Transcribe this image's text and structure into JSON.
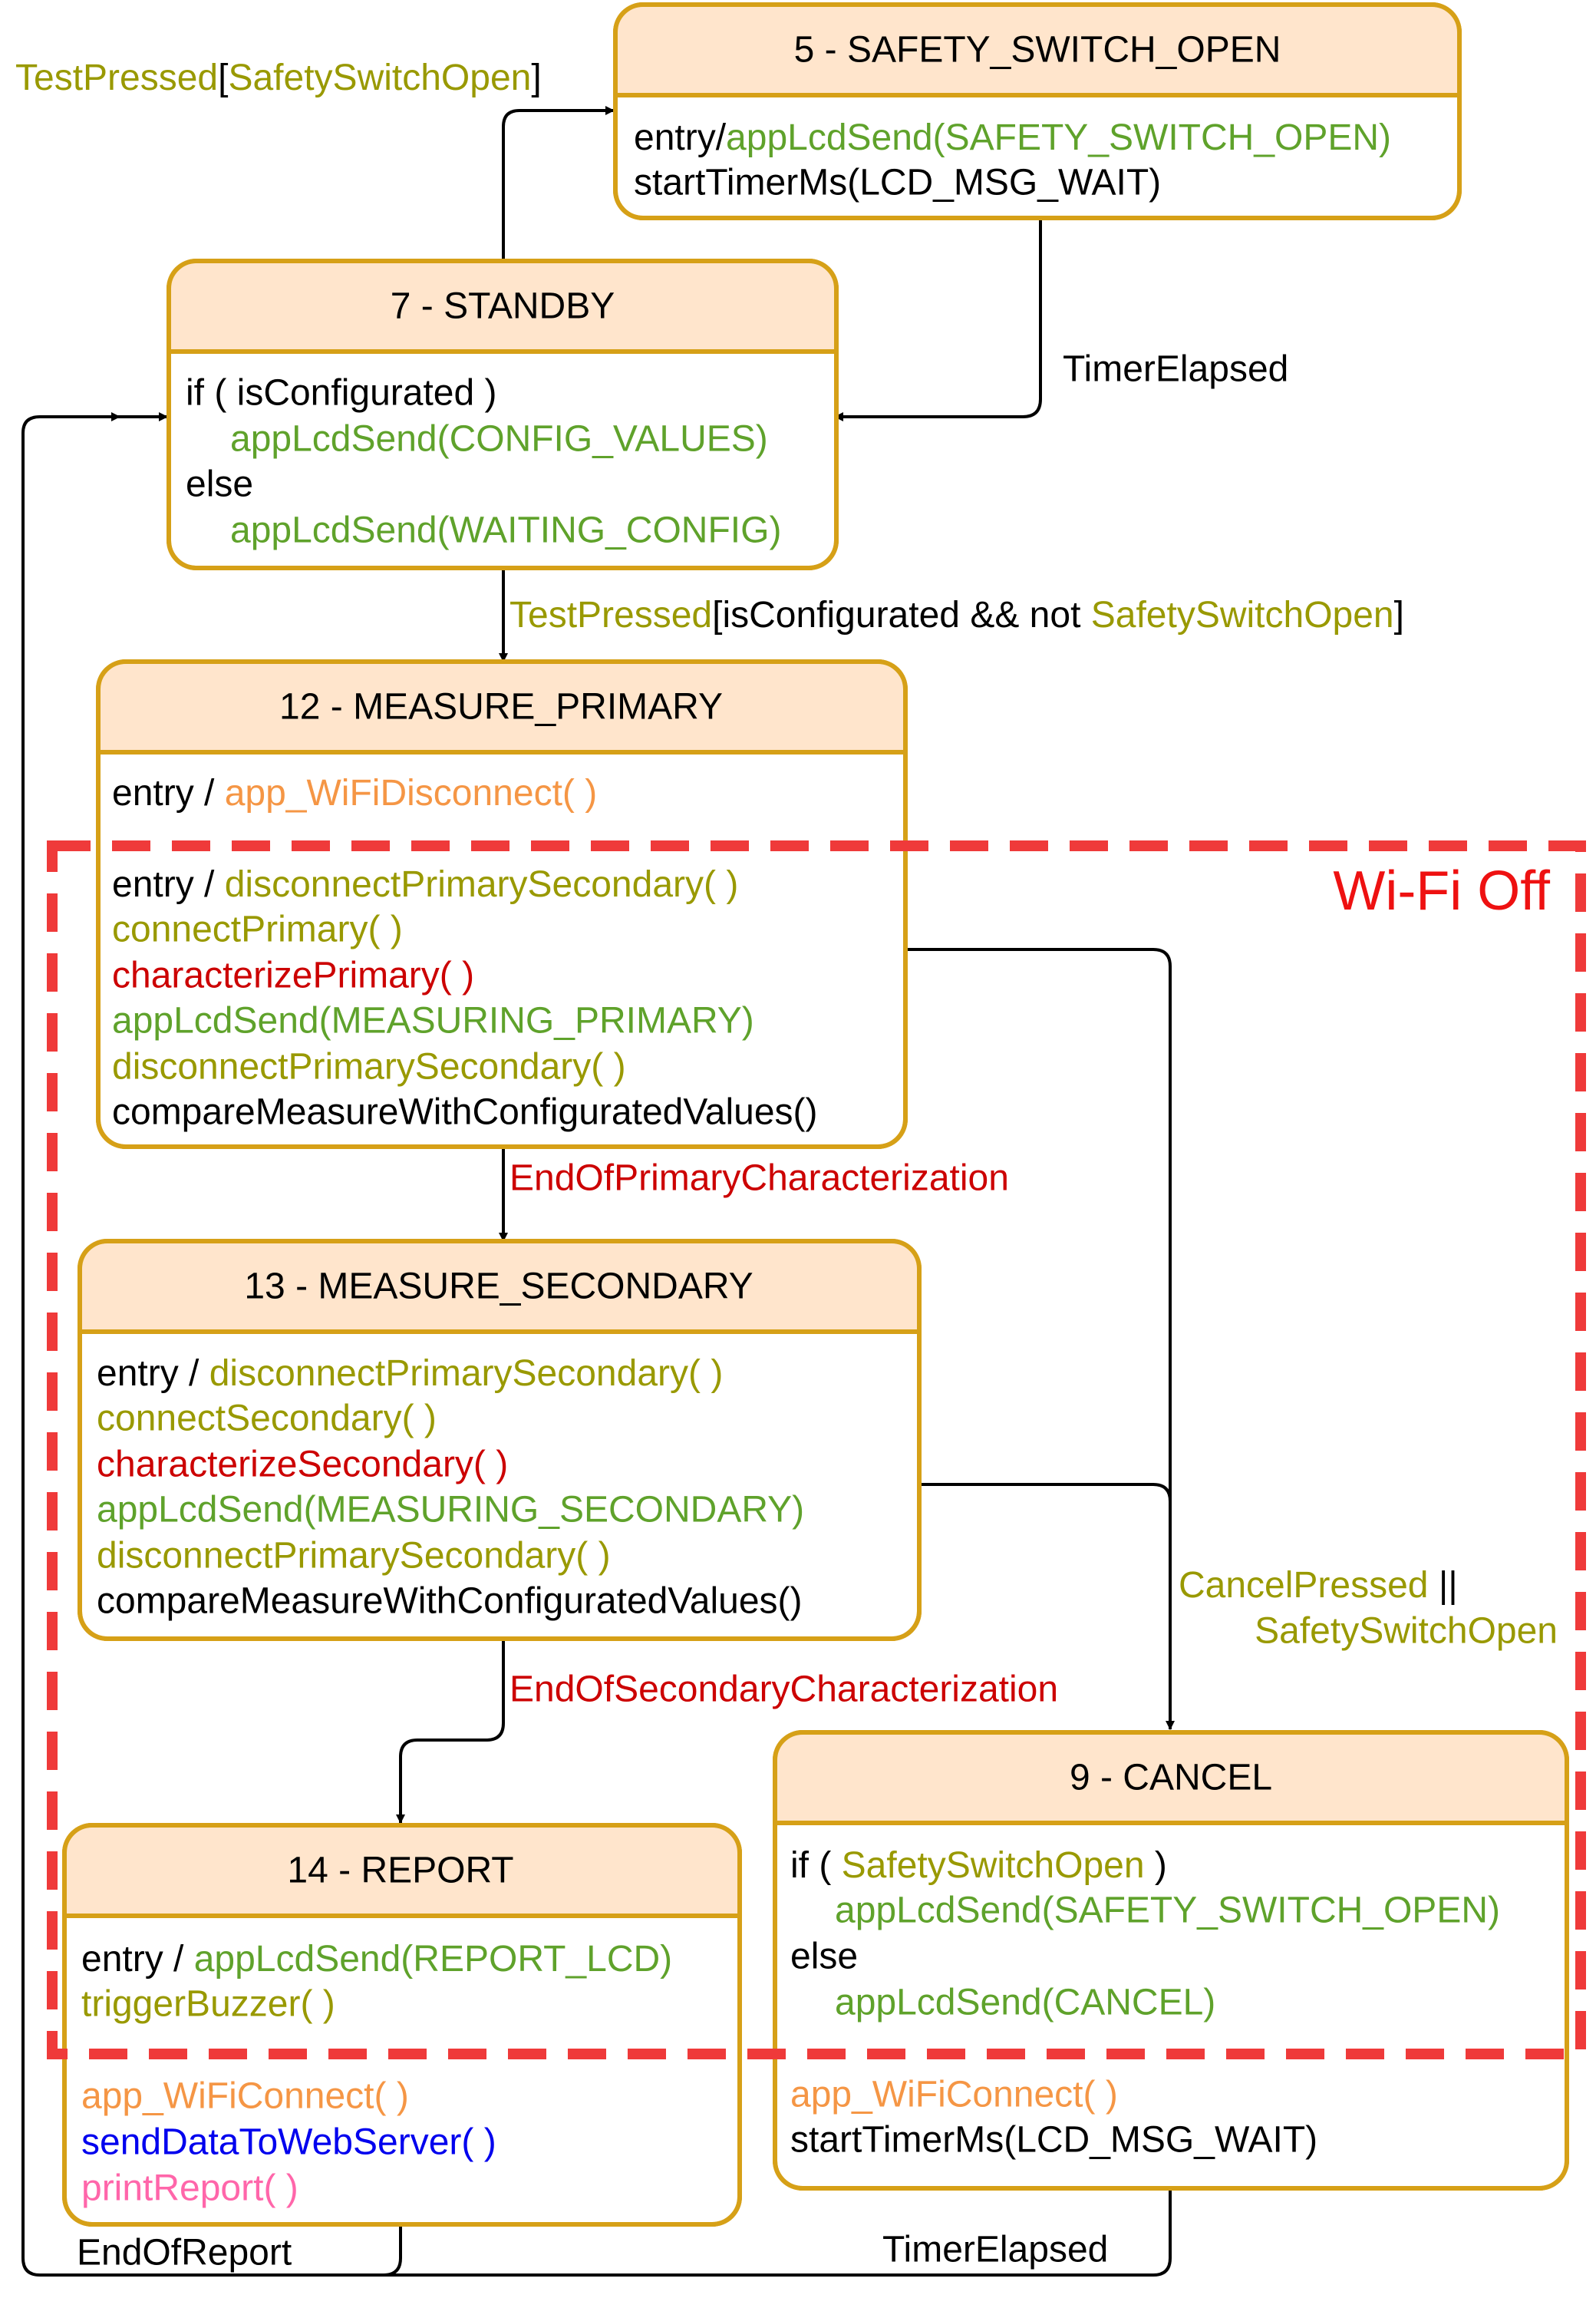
{
  "states": {
    "s5": {
      "title": "5 - SAFETY_SWITCH_OPEN",
      "l1_a": "entry/",
      "l1_b": "appLcdSend(SAFETY_SWITCH_OPEN)",
      "l2": "startTimerMs(LCD_MSG_WAIT)"
    },
    "s7": {
      "title": "7 - STANDBY",
      "l1": "if ( isConfigurated )",
      "l2": "appLcdSend(CONFIG_VALUES)",
      "l3": "else",
      "l4": "appLcdSend(WAITING_CONFIG)"
    },
    "s12": {
      "title": "12 - MEASURE_PRIMARY",
      "l1_a": "entry / ",
      "l1_b": "app_WiFiDisconnect( )",
      "l2_a": "entry / ",
      "l2_b": "disconnectPrimarySecondary( )",
      "l3": "connectPrimary( )",
      "l4": "characterizePrimary( )",
      "l5": "appLcdSend(MEASURING_PRIMARY)",
      "l6": "disconnectPrimarySecondary( )",
      "l7": "compareMeasureWithConfiguratedValues()"
    },
    "s13": {
      "title": "13 - MEASURE_SECONDARY",
      "l1_a": "entry / ",
      "l1_b": "disconnectPrimarySecondary( )",
      "l2": "connectSecondary( )",
      "l3": "characterizeSecondary( )",
      "l4": "appLcdSend(MEASURING_SECONDARY)",
      "l5": "disconnectPrimarySecondary( )",
      "l6": "compareMeasureWithConfiguratedValues()"
    },
    "s14": {
      "title": "14 - REPORT",
      "l1_a": "entry / ",
      "l1_b": "appLcdSend(REPORT_LCD)",
      "l2": "triggerBuzzer( )",
      "l3": "app_WiFiConnect( )",
      "l4": "sendDataToWebServer( )",
      "l5": "printReport( )"
    },
    "s9": {
      "title": "9 - CANCEL",
      "l1_a": "if ( ",
      "l1_b": "SafetySwitchOpen",
      "l1_c": " )",
      "l2": "appLcdSend(SAFETY_SWITCH_OPEN)",
      "l3": "else",
      "l4": "appLcdSend(CANCEL)",
      "l5": "app_WiFiConnect( )",
      "l6": "startTimerMs(LCD_MSG_WAIT)"
    }
  },
  "transitions": {
    "t_7_to_5": {
      "a": "TestPressed",
      "b": "[",
      "c": "SafetySwitchOpen",
      "d": "]"
    },
    "t_5_to_7": "TimerElapsed",
    "t_7_to_12": {
      "a": "TestPressed",
      "b": "[isConfigurated && not ",
      "c": "SafetySwitchOpen",
      "d": "]"
    },
    "t_12_to_13": "EndOfPrimaryCharacterization",
    "t_13_to_14": "EndOfSecondaryCharacterization",
    "t_to_9": {
      "a": "CancelPressed",
      "b": " ||",
      "c": "SafetySwitchOpen"
    },
    "t_14_to_7": "EndOfReport",
    "t_9_to_7": "TimerElapsed"
  },
  "region": {
    "label": "Wi-Fi Off"
  },
  "colors": {
    "header_fill": "#ffe5cc",
    "border": "#d6a017",
    "region_dash": "#ef3a3a",
    "trigger": "#999900",
    "action": "#5fa22b",
    "characterize": "#cc0000",
    "wifi": "#f59645",
    "web": "#0000ee",
    "print": "#ff66aa"
  }
}
